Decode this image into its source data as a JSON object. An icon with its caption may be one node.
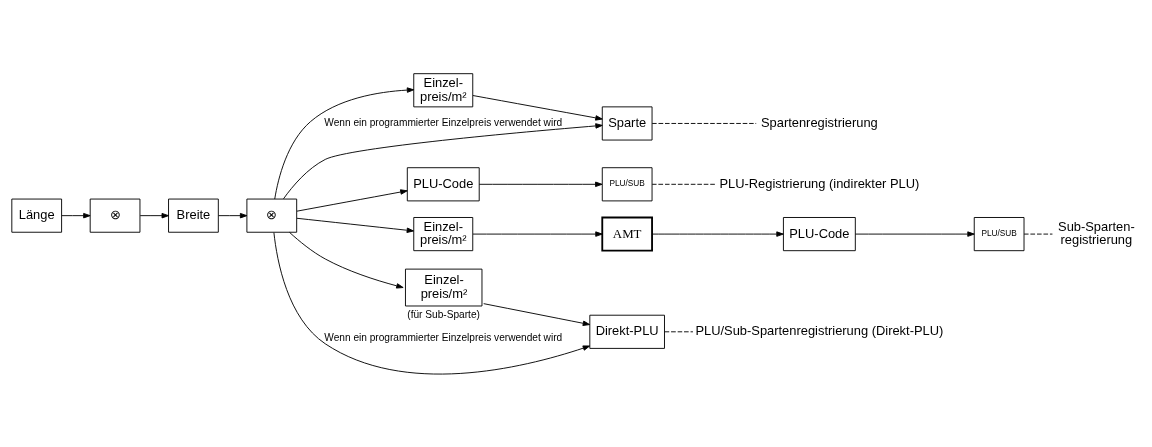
{
  "diagram": {
    "nodes": [
      {
        "text": [
          "Länge"
        ]
      },
      {
        "text": [
          "⊗"
        ]
      },
      {
        "text": [
          "Breite"
        ]
      },
      {
        "text": [
          "⊗"
        ]
      },
      {
        "text": [
          "Einzel- preis/m²"
        ]
      },
      {
        "text": [
          "Sparte"
        ]
      },
      {
        "text": [
          "Spartenregistrierung"
        ]
      },
      {
        "text": [
          "PLU-Code"
        ]
      },
      {
        "text": [
          "PLU/SUB"
        ]
      },
      {
        "text": [
          "PLU-Registrierung (indirekter PLU)"
        ]
      },
      {
        "text": [
          "Einzel- preis/m²"
        ]
      },
      {
        "text": [
          "AMT"
        ]
      },
      {
        "text": [
          "PLU-Code"
        ]
      },
      {
        "text": [
          "PLU/SUB"
        ]
      },
      {
        "text": [
          "Sub-Sparten- registrierung"
        ]
      },
      {
        "text": [
          "Einzel- preis/m²"
        ],
        "beside": [
          "(für Sub-Sparte)"
        ]
      },
      {
        "text": [
          "Direkt-PLU"
        ]
      },
      {
        "text": [
          "PLU/Sub-Spartenregistrierung (Direkt-PLU)"
        ]
      }
    ],
    "edges": [
      {
        "from": 0,
        "to": 1,
        "arrow": "to"
      },
      {
        "from": 1,
        "to": 2,
        "arrow": "to"
      },
      {
        "from": 2,
        "to": 3,
        "arrow": "to"
      },
      {
        "from": 3,
        "to": 4,
        "arrow": "to"
      },
      {
        "from": 3,
        "to": 5,
        "arrow": "to",
        "label": "Wenn ein programmierter Einzelpreis verwendet wird"
      },
      {
        "from": 4,
        "to": 5,
        "arrow": "to"
      },
      {
        "from": 5,
        "to": 6,
        "arrow": "none",
        "style": "dashed"
      },
      {
        "from": 3,
        "to": 7,
        "arrow": "to"
      },
      {
        "from": 7,
        "to": 8,
        "arrow": "to"
      },
      {
        "from": 8,
        "to": 9,
        "arrow": "none",
        "style": "dashed"
      },
      {
        "from": 3,
        "to": 10,
        "arrow": "to"
      },
      {
        "from": 10,
        "to": 11,
        "arrow": "to"
      },
      {
        "from": 11,
        "to": 12,
        "arrow": "to"
      },
      {
        "from": 12,
        "to": 13,
        "arrow": "to"
      },
      {
        "from": 13,
        "to": 14,
        "arrow": "none",
        "style": "dashed"
      },
      {
        "from": 3,
        "to": 15,
        "arrow": "to"
      },
      {
        "from": 3,
        "to": 16,
        "arrow": "to",
        "label": "Wenn ein programmierter Einzelpreis verwendet wird"
      },
      {
        "from": 15,
        "to": 16,
        "arrow": "to"
      },
      {
        "from": 16,
        "to": 17,
        "arrow": "none",
        "style": "dashed"
      }
    ]
  }
}
